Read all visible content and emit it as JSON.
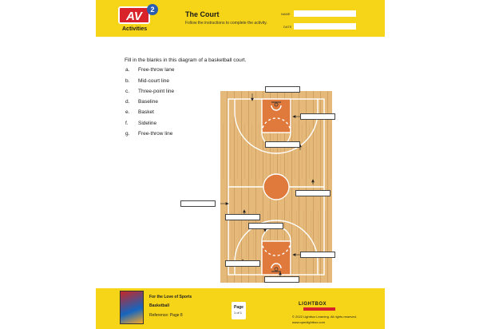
{
  "header": {
    "logo_text": "AV",
    "logo_number": "2",
    "section": "Activities",
    "title": "The Court",
    "subtitle": "Follow the instructions to complete the activity.",
    "name_label": "NAME",
    "date_label": "DATE"
  },
  "worksheet": {
    "instruction": "Fill in the blanks in this diagram of a basketball court.",
    "items": [
      {
        "letter": "a.",
        "text": "Free-throw lane"
      },
      {
        "letter": "b.",
        "text": "Mid-court line"
      },
      {
        "letter": "c.",
        "text": "Three-point line"
      },
      {
        "letter": "d.",
        "text": "Baseline"
      },
      {
        "letter": "e.",
        "text": "Basket"
      },
      {
        "letter": "f.",
        "text": "Sideline"
      },
      {
        "letter": "g.",
        "text": "Free-throw line"
      }
    ]
  },
  "colors": {
    "brand_yellow": "#f6d417",
    "court_wood": "#e5b97a",
    "court_paint": "#e07a3c"
  },
  "footer": {
    "book_series": "For the Love of Sports",
    "book_title": "Basketball",
    "reference": "Reference: Page 8",
    "page_label": "Page",
    "page_number": "1 of 1",
    "brand": "LIGHTBOX",
    "copyright": "© 2022 Lightbox Learning. All rights reserved.",
    "website": "www.openlightbox.com"
  }
}
